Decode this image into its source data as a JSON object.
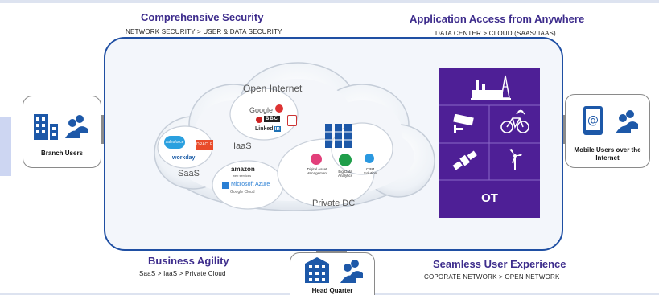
{
  "headings": {
    "comprehensive_security": {
      "title": "Comprehensive Security",
      "subtitle": "NETWORK SECURITY > USER & DATA SECURITY"
    },
    "application_access": {
      "title": "Application Access from Anywhere",
      "subtitle": "DATA CENTER > CLOUD (SAAS/ IAAS)"
    },
    "business_agility": {
      "title": "Business Agility",
      "subtitle": "SaaS > IaaS > Private Cloud"
    },
    "seamless_experience": {
      "title": "Seamless User Experience",
      "subtitle": "COPORATE NETWORK > OPEN NETWORK"
    }
  },
  "cards": {
    "branch_users": "Branch Users",
    "mobile_users": "Mobile Users over the Internet",
    "head_quarter": "Head Quarter"
  },
  "cloud": {
    "open_internet": "Open Internet",
    "iaas": "IaaS",
    "saas": "SaaS",
    "private_dc": "Private DC",
    "logos": {
      "salesforce": "salesforce",
      "workday": "workday",
      "oracle": "ORACLE",
      "google": "Google",
      "bbc": "BBC",
      "linkedin": "Linked",
      "linkedin_in": "in",
      "amazon": "amazon",
      "amazon_sub": "web services",
      "microsoft_azure": "Microsoft Azure",
      "google_cloud": "Google Cloud"
    },
    "private_items": [
      "Digital Asset Management",
      "Big Data Analytics",
      "CRM Solution"
    ]
  },
  "ot": {
    "label": "OT"
  },
  "colors": {
    "purple": "#4e1f96",
    "heading": "#3d2c8c",
    "frame": "#1f4fa3",
    "icon_blue": "#1d58a8"
  }
}
